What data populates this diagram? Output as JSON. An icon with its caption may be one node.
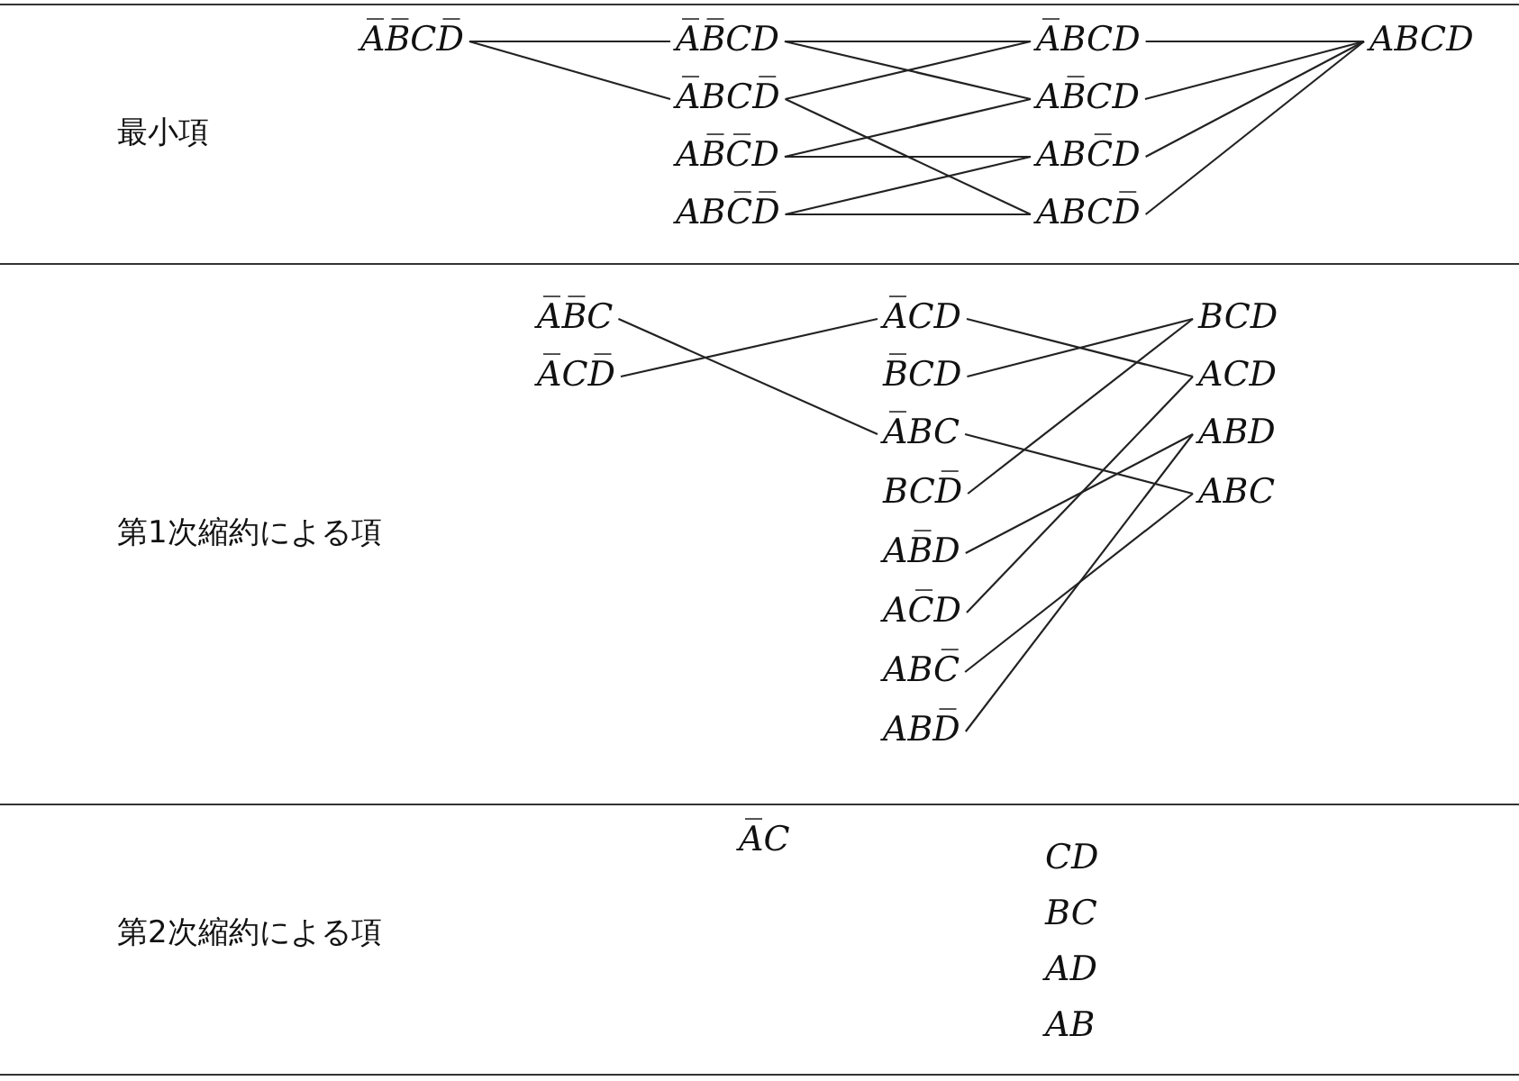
{
  "diagram": {
    "nodes": [
      {
        "text": [
          "A̅B̅CD̅"
        ]
      },
      {
        "text": [
          "A̅B̅CD"
        ]
      },
      {
        "text": [
          "A̅BCD̅"
        ]
      },
      {
        "text": [
          "AB̅C̅D"
        ]
      },
      {
        "text": [
          "ABC̅D̅"
        ]
      },
      {
        "text": [
          "A̅BCD"
        ]
      },
      {
        "text": [
          "AB̅CD"
        ]
      },
      {
        "text": [
          "ABC̅D"
        ]
      },
      {
        "text": [
          "ABCD̅"
        ]
      },
      {
        "text": [
          "ABCD"
        ]
      },
      {
        "text": [
          "A̅B̅C"
        ]
      },
      {
        "text": [
          "A̅CD̅"
        ]
      },
      {
        "text": [
          "A̅CD"
        ]
      },
      {
        "text": [
          "B̅CD"
        ]
      },
      {
        "text": [
          "A̅BC"
        ]
      },
      {
        "text": [
          "BCD̅"
        ]
      },
      {
        "text": [
          "AB̅D"
        ]
      },
      {
        "text": [
          "AC̅D"
        ]
      },
      {
        "text": [
          "ABC̅"
        ]
      },
      {
        "text": [
          "ABD̅"
        ]
      },
      {
        "text": [
          "BCD"
        ]
      },
      {
        "text": [
          "ACD"
        ]
      },
      {
        "text": [
          "ABD"
        ]
      },
      {
        "text": [
          "ABC"
        ]
      },
      {
        "text": [
          "A̅C"
        ]
      },
      {
        "text": [
          "CD"
        ]
      },
      {
        "text": [
          "BC"
        ]
      },
      {
        "text": [
          "AD"
        ]
      },
      {
        "text": [
          "AB"
        ]
      }
    ],
    "edges": [
      {
        "from": 0,
        "to": 1,
        "arrow": "none"
      },
      {
        "from": 0,
        "to": 2,
        "arrow": "none"
      },
      {
        "from": 1,
        "to": 5,
        "arrow": "none"
      },
      {
        "from": 1,
        "to": 6,
        "arrow": "none"
      },
      {
        "from": 2,
        "to": 5,
        "arrow": "none"
      },
      {
        "from": 2,
        "to": 8,
        "arrow": "none"
      },
      {
        "from": 3,
        "to": 7,
        "arrow": "none"
      },
      {
        "from": 3,
        "to": 6,
        "arrow": "none"
      },
      {
        "from": 4,
        "to": 7,
        "arrow": "none"
      },
      {
        "from": 4,
        "to": 8,
        "arrow": "none"
      },
      {
        "from": 5,
        "to": 9,
        "arrow": "none"
      },
      {
        "from": 6,
        "to": 9,
        "arrow": "none"
      },
      {
        "from": 7,
        "to": 9,
        "arrow": "none"
      },
      {
        "from": 8,
        "to": 9,
        "arrow": "none"
      },
      {
        "from": 10,
        "to": 14,
        "arrow": "none"
      },
      {
        "from": 11,
        "to": 12,
        "arrow": "none"
      },
      {
        "from": 12,
        "to": 21,
        "arrow": "none"
      },
      {
        "from": 13,
        "to": 20,
        "arrow": "none"
      },
      {
        "from": 14,
        "to": 23,
        "arrow": "none"
      },
      {
        "from": 15,
        "to": 20,
        "arrow": "none"
      },
      {
        "from": 16,
        "to": 22,
        "arrow": "none"
      },
      {
        "from": 17,
        "to": 21,
        "arrow": "none"
      },
      {
        "from": 18,
        "to": 23,
        "arrow": "none"
      },
      {
        "from": 19,
        "to": 22,
        "arrow": "none"
      }
    ],
    "labels": [
      "最小項",
      "第1次縮約による項",
      "第2次縮約による項"
    ]
  }
}
